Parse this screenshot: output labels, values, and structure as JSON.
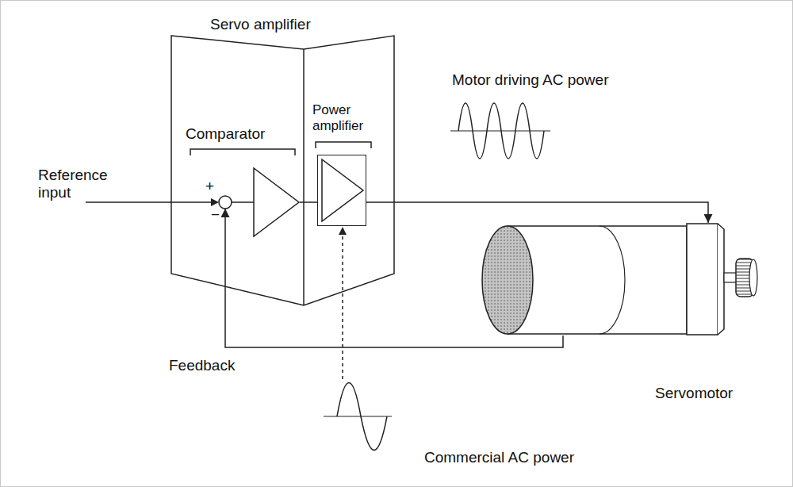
{
  "diagram": {
    "nodes": [
      {
        "text": [
          "Servo amplifier"
        ]
      },
      {
        "text": [
          "Comparator"
        ],
        "in": 0
      },
      {
        "text": [
          "Power amplifier"
        ],
        "in": 0
      },
      {
        "text": [
          "Servomotor"
        ]
      }
    ],
    "edges": [
      {
        "from": 1,
        "to": 2,
        "arrow": "none"
      },
      {
        "from": 2,
        "to": 3,
        "arrow": "to"
      },
      {
        "from": 3,
        "to": 1,
        "arrow": "to"
      }
    ],
    "labels": [
      "Reference input",
      "+",
      "−",
      "Motor driving AC power",
      "Feedback",
      "Commercial AC power"
    ]
  }
}
